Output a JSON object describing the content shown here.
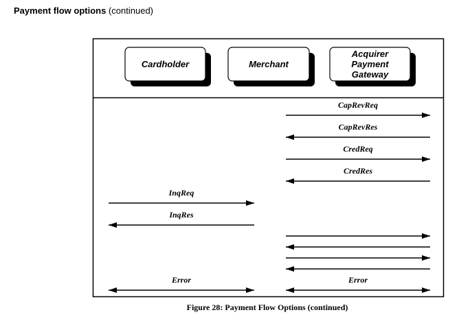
{
  "heading": {
    "title": "Payment flow options",
    "suffix": "(continued)"
  },
  "participants": [
    {
      "id": "cardholder",
      "lines": [
        "Cardholder"
      ]
    },
    {
      "id": "merchant",
      "lines": [
        "Merchant"
      ]
    },
    {
      "id": "gateway",
      "lines": [
        "Acquirer",
        "Payment",
        "Gateway"
      ]
    }
  ],
  "messages": [
    {
      "label": "CapRevReq",
      "from": "merchant",
      "to": "gateway"
    },
    {
      "label": "CapRevRes",
      "from": "gateway",
      "to": "merchant"
    },
    {
      "label": "CredReq",
      "from": "merchant",
      "to": "gateway"
    },
    {
      "label": "CredRes",
      "from": "gateway",
      "to": "merchant"
    },
    {
      "label": "InqReq",
      "from": "cardholder",
      "to": "merchant"
    },
    {
      "label": "InqRes",
      "from": "merchant",
      "to": "cardholder"
    },
    {
      "label": "",
      "from": "merchant",
      "to": "gateway"
    },
    {
      "label": "",
      "from": "gateway",
      "to": "merchant"
    },
    {
      "label": "",
      "from": "merchant",
      "to": "gateway"
    },
    {
      "label": "",
      "from": "gateway",
      "to": "merchant"
    },
    {
      "label": "Error",
      "from": "cardholder",
      "to": "merchant",
      "bidirectional": true
    },
    {
      "label": "Error",
      "from": "merchant",
      "to": "gateway",
      "bidirectional": true
    }
  ],
  "caption": "Figure 28: Payment Flow Options (continued)"
}
